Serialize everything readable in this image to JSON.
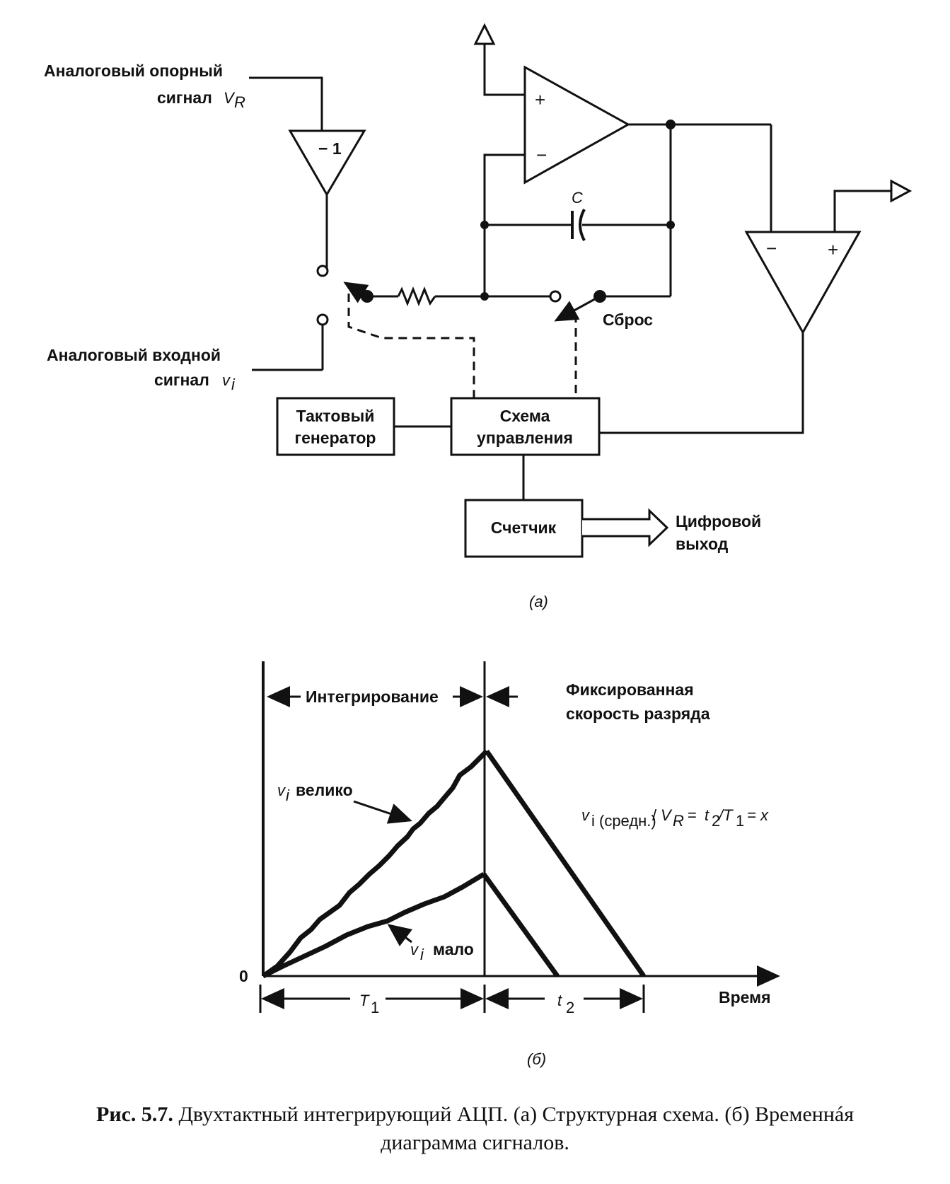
{
  "diagram_a": {
    "ref_signal_line1": "Аналоговый опорный",
    "ref_signal_line2": "сигнал",
    "ref_signal_symbol": "V",
    "ref_signal_sub": "R",
    "input_signal_line1": "Аналоговый входной",
    "input_signal_line2": "сигнал",
    "input_signal_symbol": "v",
    "input_signal_sub": "i",
    "inverter_label": "− 1",
    "integrator_plus": "+",
    "integrator_minus": "−",
    "capacitor_label": "C",
    "reset_label": "Сброс",
    "comparator_minus": "−",
    "comparator_plus": "+",
    "clock_line1": "Тактовый",
    "clock_line2": "генератор",
    "control_line1": "Схема",
    "control_line2": "управления",
    "counter_label": "Счетчик",
    "digital_out_line1": "Цифровой",
    "digital_out_line2": "выход",
    "sublabel": "(а)"
  },
  "diagram_b": {
    "integration_label": "Интегрирование",
    "discharge_line1": "Фиксированная",
    "discharge_line2": "скорость разряда",
    "large_v": "v",
    "large_sub": "i",
    "large_text": "велико",
    "small_v": "v",
    "small_sub": "i",
    "small_text": "мало",
    "formula": "v_i (средн.) / V_R = t_2/T_1 = x",
    "formula_v": "v",
    "formula_sub": "i (средн.)",
    "formula_slash": "/",
    "formula_V": "V",
    "formula_R": "R",
    "formula_eq": "=",
    "formula_t": "t",
    "formula_t_sub": "2",
    "formula_T": "/T",
    "formula_T_sub": "1",
    "formula_end": "=  x",
    "zero_label": "0",
    "time_label": "Время",
    "T1_main": "T",
    "T1_sub": "1",
    "t2_main": "t",
    "t2_sub": "2",
    "sublabel": "(б)"
  },
  "caption": {
    "prefix": "Рис. 5.7.",
    "text": "Двухтактный интегрирующий АЦП. (а) Структурная схема. (б) Временнáя",
    "line2": "диаграмма сигналов."
  }
}
